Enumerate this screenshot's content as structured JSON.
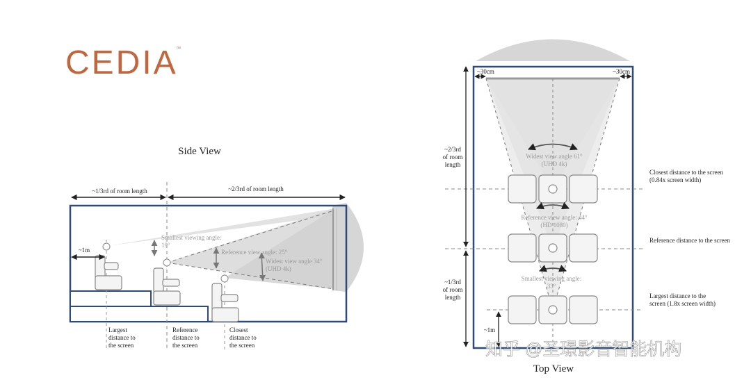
{
  "logo": {
    "text": "CEDIA",
    "tm": "™"
  },
  "side_view": {
    "title": "Side View",
    "top_left_dim": "~1/3rd of room length",
    "top_right_dim": "~2/3rd of room length",
    "dist_1m": "~1m",
    "smallest_angle": [
      "Smallest viewing angle:",
      "19°"
    ],
    "reference_angle": "Reference view angle: 25°",
    "widest_angle": [
      "Widest view angle 34°",
      "(UHD 4k)"
    ],
    "bottom_labels": [
      [
        "Largest",
        "distance to",
        "the screen"
      ],
      [
        "Reference",
        "distance to",
        "the screen"
      ],
      [
        "Closest",
        "distance to",
        "the screen"
      ]
    ]
  },
  "top_view": {
    "title": "Top View",
    "margin_left": "~30cm",
    "margin_right": "~30cm",
    "left_top_dim": [
      "~2/3rd",
      "of room",
      "length"
    ],
    "left_bottom_dim": [
      "~1/3rd",
      "of room",
      "length"
    ],
    "dist_1m": "~1m",
    "widest_angle": [
      "Widest view angle 61°",
      "(UHD 4k)"
    ],
    "reference_angle": [
      "Reference view angle: 44°",
      "(HD 1080)"
    ],
    "smallest_angle": [
      "Smallest viewing angle:",
      "33°"
    ],
    "right_labels": [
      [
        "Closest distance to the screen",
        "(0.84x screen width)"
      ],
      [
        "Reference distance to the screen"
      ],
      [
        "Largest distance to the",
        "screen (1.8x screen width)"
      ]
    ]
  },
  "watermark": "知乎 @圣璟影音智能机构",
  "colors": {
    "logo": "#c2663e",
    "room_border": "#2e4a7a",
    "cone": "#d8d8d8",
    "dark_text": "#3a3a3a",
    "light_text": "#9a9a9a"
  }
}
